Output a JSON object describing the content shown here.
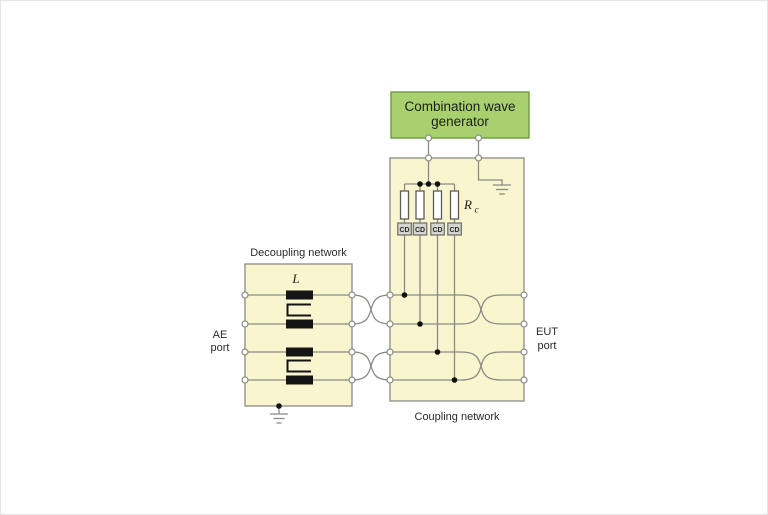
{
  "generator": {
    "line1": "Combination wave",
    "line2": "generator"
  },
  "decoupling": {
    "label": "Decoupling network",
    "inductor_symbol": "L"
  },
  "coupling": {
    "label": "Coupling network",
    "resistor_symbol": "R",
    "resistor_subscript": "c",
    "cd_labels": [
      "CD",
      "CD",
      "CD",
      "CD"
    ]
  },
  "ports": {
    "ae": {
      "line1": "AE",
      "line2": "port"
    },
    "eut": {
      "line1": "EUT",
      "line2": "port"
    }
  },
  "colors": {
    "generator_fill": "#a9d06e",
    "generator_border": "#6f9a40",
    "network_fill": "#f9f6cf",
    "wire_gray": "#8a8a84",
    "component_black": "#141414",
    "cd_fill": "#d6d6d0"
  }
}
